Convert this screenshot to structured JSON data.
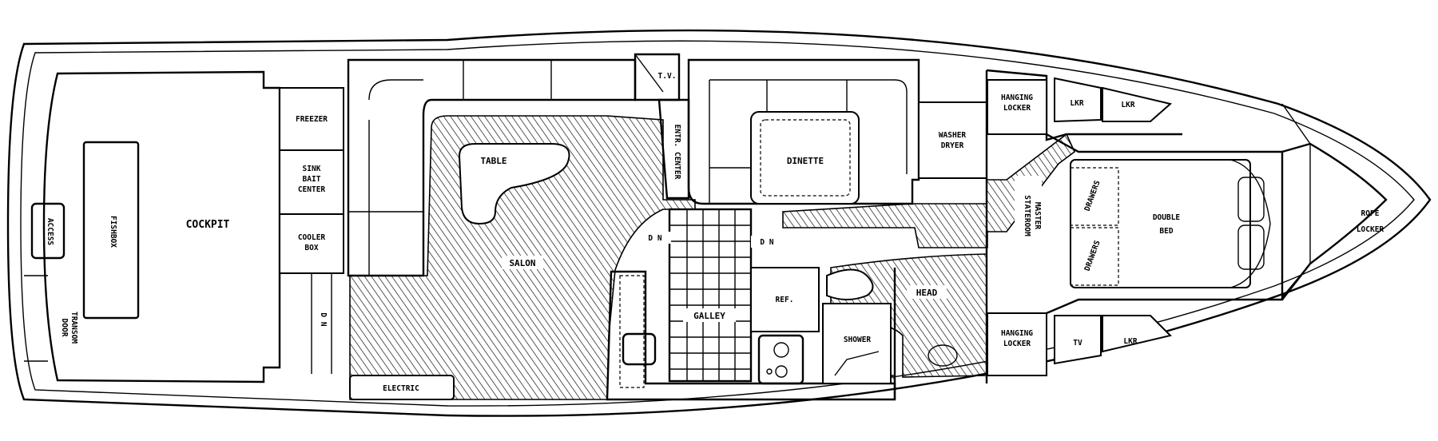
{
  "labels": {
    "cockpit": "COCKPIT",
    "fishbox": "FISHBOX",
    "access": "ACCESS",
    "transom_door_1": "TRANSOM",
    "transom_door_2": "DOOR",
    "freezer": "FREEZER",
    "sink_1": "SINK",
    "sink_2": "BAIT",
    "sink_3": "CENTER",
    "cooler_1": "COOLER",
    "cooler_2": "BOX",
    "dn": "D N",
    "table": "TABLE",
    "salon": "SALON",
    "electric": "ELECTRIC",
    "tv": "T.V.",
    "entr_center": "ENTR. CENTER",
    "dinette": "DINETTE",
    "galley": "GALLEY",
    "ref": "REF.",
    "shower": "SHOWER",
    "head": "HEAD",
    "washer_1": "WASHER",
    "washer_2": "DRYER",
    "hanging_locker_1": "HANGING",
    "hanging_locker_2": "LOCKER",
    "lkr": "LKR",
    "master_1": "MASTER",
    "master_2": "STATEROOM",
    "drawers": "DRAWERS",
    "double_bed_1": "DOUBLE",
    "double_bed_2": "BED",
    "tv2": "TV",
    "rope_1": "ROPE",
    "rope_2": "LOCKER"
  }
}
